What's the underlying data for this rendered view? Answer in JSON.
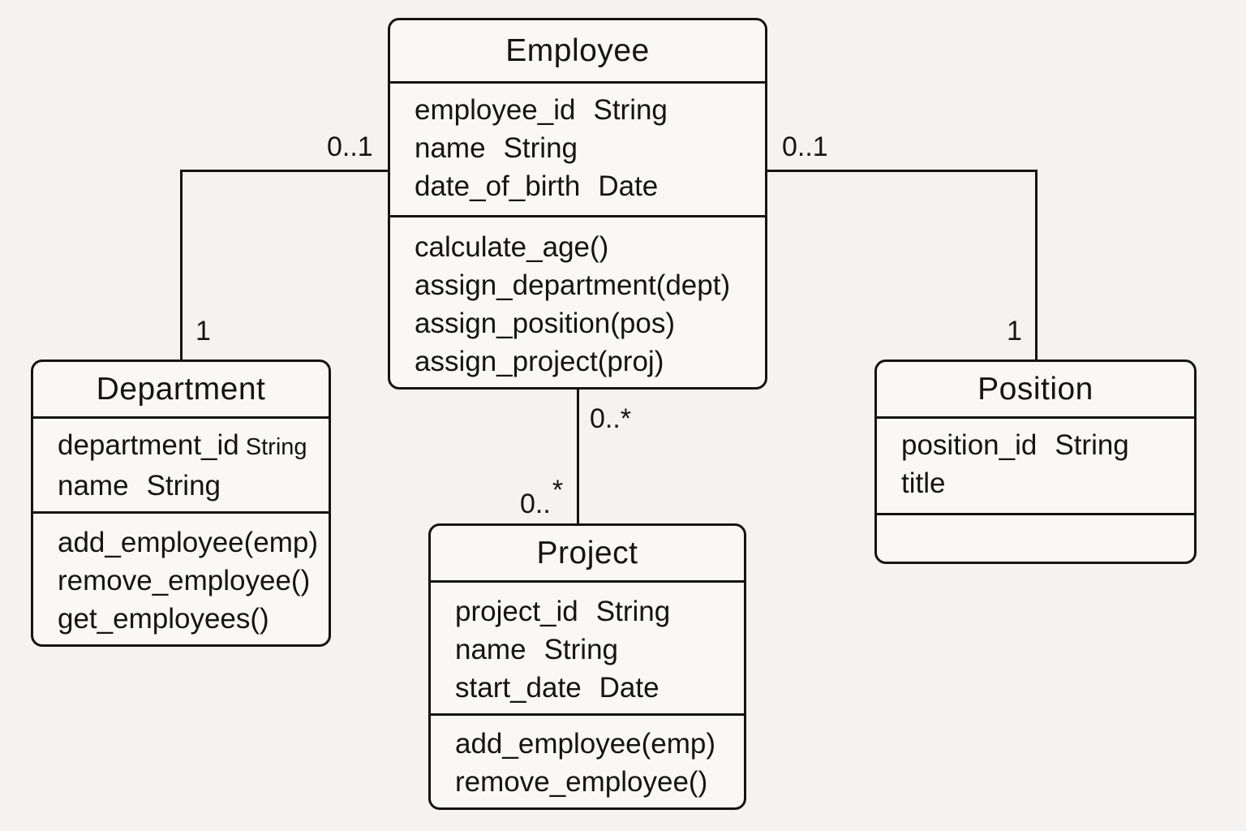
{
  "diagram": {
    "type": "uml-class-diagram",
    "background_color": "#f4f3f1",
    "box_fill_color": "#f9f8f6",
    "line_color": "#141414"
  },
  "classes": {
    "employee": {
      "title": "Employee",
      "attributes": [
        {
          "name": "employee_id",
          "type": "String"
        },
        {
          "name": "name",
          "type": "String"
        },
        {
          "name": "date_of_birth",
          "type": "Date"
        }
      ],
      "methods": [
        "calculate_age()",
        "assign_department(dept)",
        "assign_position(pos)",
        "assign_project(proj)"
      ]
    },
    "department": {
      "title": "Department",
      "attributes": [
        {
          "name": "department_id",
          "type": "String"
        },
        {
          "name": "name",
          "type": "String"
        }
      ],
      "methods": [
        "add_employee(emp)",
        "remove_employee()",
        "get_employees()"
      ]
    },
    "position": {
      "title": "Position",
      "attributes": [
        {
          "name": "position_id",
          "type": "String"
        },
        {
          "name": "title",
          "type": ""
        }
      ],
      "methods": []
    },
    "project": {
      "title": "Project",
      "attributes": [
        {
          "name": "project_id",
          "type": "String"
        },
        {
          "name": "name",
          "type": "String"
        },
        {
          "name": "start_date",
          "type": "Date"
        }
      ],
      "methods": [
        "add_employee(emp)",
        "remove_employee()"
      ]
    }
  },
  "relationships": [
    {
      "from": "Employee",
      "to": "Department",
      "employee_end_multiplicity": "0..1",
      "department_end_multiplicity": "1"
    },
    {
      "from": "Employee",
      "to": "Position",
      "employee_end_multiplicity": "0..1",
      "position_end_multiplicity": "1"
    },
    {
      "from": "Employee",
      "to": "Project",
      "employee_end_multiplicity": "0..*",
      "project_end_multiplicity_base": "0..",
      "project_end_multiplicity_star": "*"
    }
  ]
}
